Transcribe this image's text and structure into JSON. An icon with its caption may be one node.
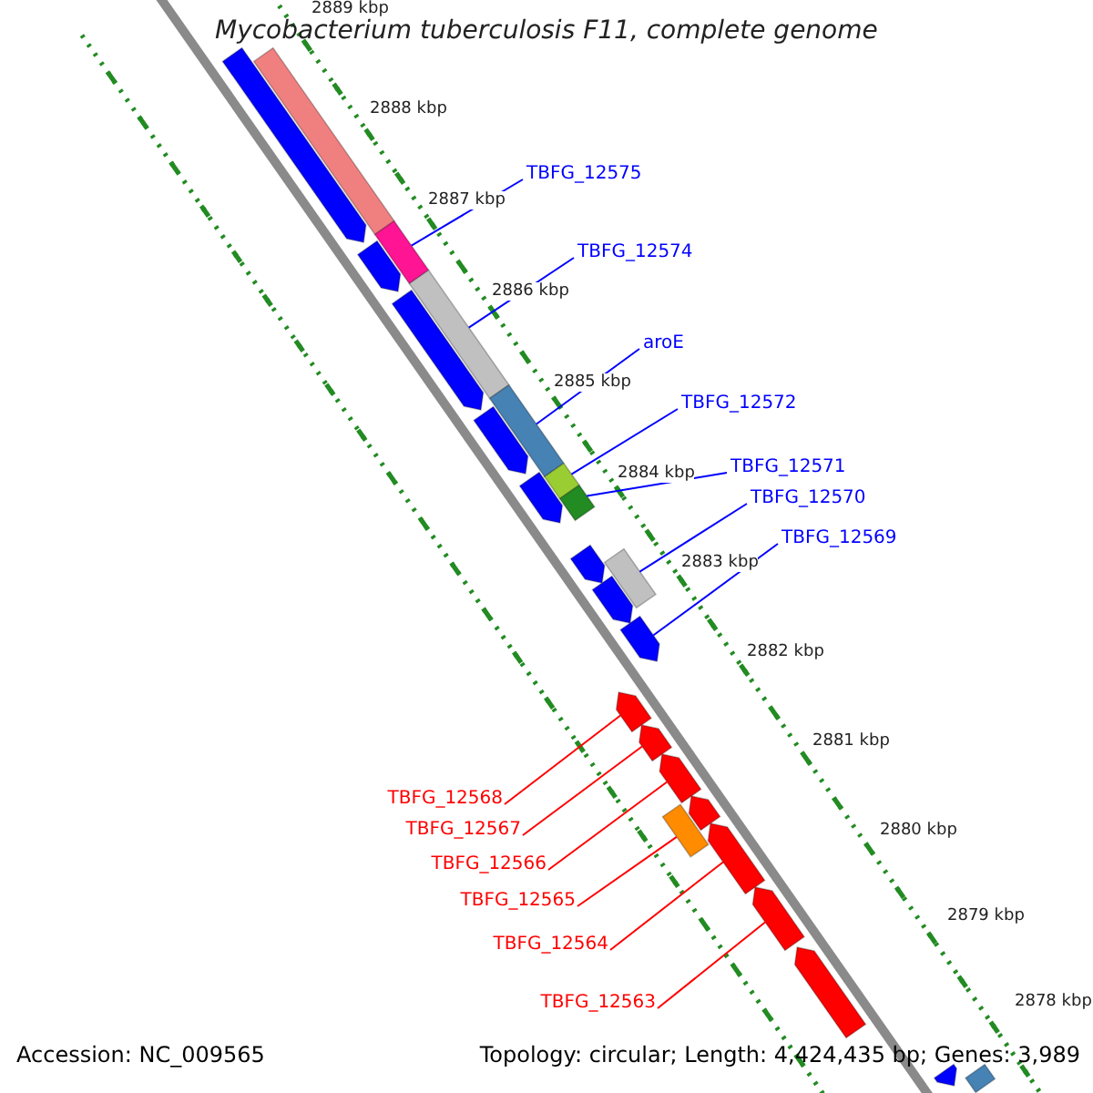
{
  "diagram": {
    "title": "Mycobacterium tuberculosis F11, complete genome",
    "nodes": [
      {
        "text": [
          "TBFG_12575"
        ]
      },
      {
        "text": [
          "TBFG_12574"
        ]
      },
      {
        "text": [
          "aroE"
        ]
      },
      {
        "text": [
          "TBFG_12572"
        ]
      },
      {
        "text": [
          "TBFG_12571"
        ]
      },
      {
        "text": [
          "TBFG_12570"
        ]
      },
      {
        "text": [
          "TBFG_12569"
        ]
      },
      {
        "text": [
          "TBFG_12568"
        ]
      },
      {
        "text": [
          "TBFG_12567"
        ]
      },
      {
        "text": [
          "TBFG_12566"
        ]
      },
      {
        "text": [
          "TBFG_12565"
        ]
      },
      {
        "text": [
          "TBFG_12564"
        ]
      },
      {
        "text": [
          "TBFG_12563"
        ]
      },
      {
        "text": [],
        "shape": "box"
      },
      {
        "text": [],
        "shape": "box"
      },
      {
        "text": [],
        "shape": "box"
      },
      {
        "text": [],
        "shape": "box"
      },
      {
        "text": [],
        "shape": "box"
      },
      {
        "text": [],
        "shape": "box"
      },
      {
        "text": [],
        "shape": "box"
      },
      {
        "text": [],
        "shape": "pentagon"
      },
      {
        "text": [],
        "shape": "pentagon"
      },
      {
        "text": [],
        "shape": "pentagon"
      },
      {
        "text": [],
        "shape": "pentagon"
      },
      {
        "text": [],
        "shape": "pentagon"
      },
      {
        "text": [],
        "shape": "pentagon"
      },
      {
        "text": [],
        "shape": "pentagon"
      },
      {
        "text": [],
        "shape": "pentagon"
      },
      {
        "text": [],
        "shape": "pentagon"
      },
      {
        "text": [],
        "shape": "pentagon"
      },
      {
        "text": [],
        "shape": "pentagon"
      },
      {
        "text": [],
        "shape": "pentagon"
      },
      {
        "text": [],
        "shape": "pentagon"
      },
      {
        "text": [],
        "shape": "pentagon"
      },
      {
        "text": [],
        "shape": "pentagon"
      },
      {
        "text": [],
        "shape": "box"
      },
      {
        "text": [],
        "shape": "pentagon"
      },
      {
        "text": [],
        "shape": "box"
      }
    ],
    "edges": [
      {
        "from": 0,
        "to": 14,
        "arrow": "none"
      },
      {
        "from": 1,
        "to": 15,
        "arrow": "none"
      },
      {
        "from": 2,
        "to": 16,
        "arrow": "none"
      },
      {
        "from": 3,
        "to": 17,
        "arrow": "none"
      },
      {
        "from": 4,
        "to": 18,
        "arrow": "none"
      },
      {
        "from": 5,
        "to": 19,
        "arrow": "none"
      },
      {
        "from": 6,
        "to": 27,
        "arrow": "none"
      },
      {
        "from": 7,
        "to": 28,
        "arrow": "none",
        "color": "#ff0000"
      },
      {
        "from": 8,
        "to": 29,
        "arrow": "none",
        "color": "#ff0000"
      },
      {
        "from": 9,
        "to": 30,
        "arrow": "none",
        "color": "#ff0000"
      },
      {
        "from": 10,
        "to": 35,
        "arrow": "none",
        "color": "#ff0000"
      },
      {
        "from": 11,
        "to": 32,
        "arrow": "none",
        "color": "#ff0000"
      },
      {
        "from": 12,
        "to": 33,
        "arrow": "none",
        "color": "#ff0000"
      }
    ],
    "labels": [
      "2889 kbp",
      "2888 kbp",
      "2887 kbp",
      "2886 kbp",
      "2885 kbp",
      "2884 kbp",
      "2883 kbp",
      "2882 kbp",
      "2881 kbp",
      "2880 kbp",
      "2879 kbp",
      "2878 kbp",
      "Accession: NC_009565",
      "Topology: circular; Length: 4,424,435 bp; Genes: 3,989"
    ]
  }
}
